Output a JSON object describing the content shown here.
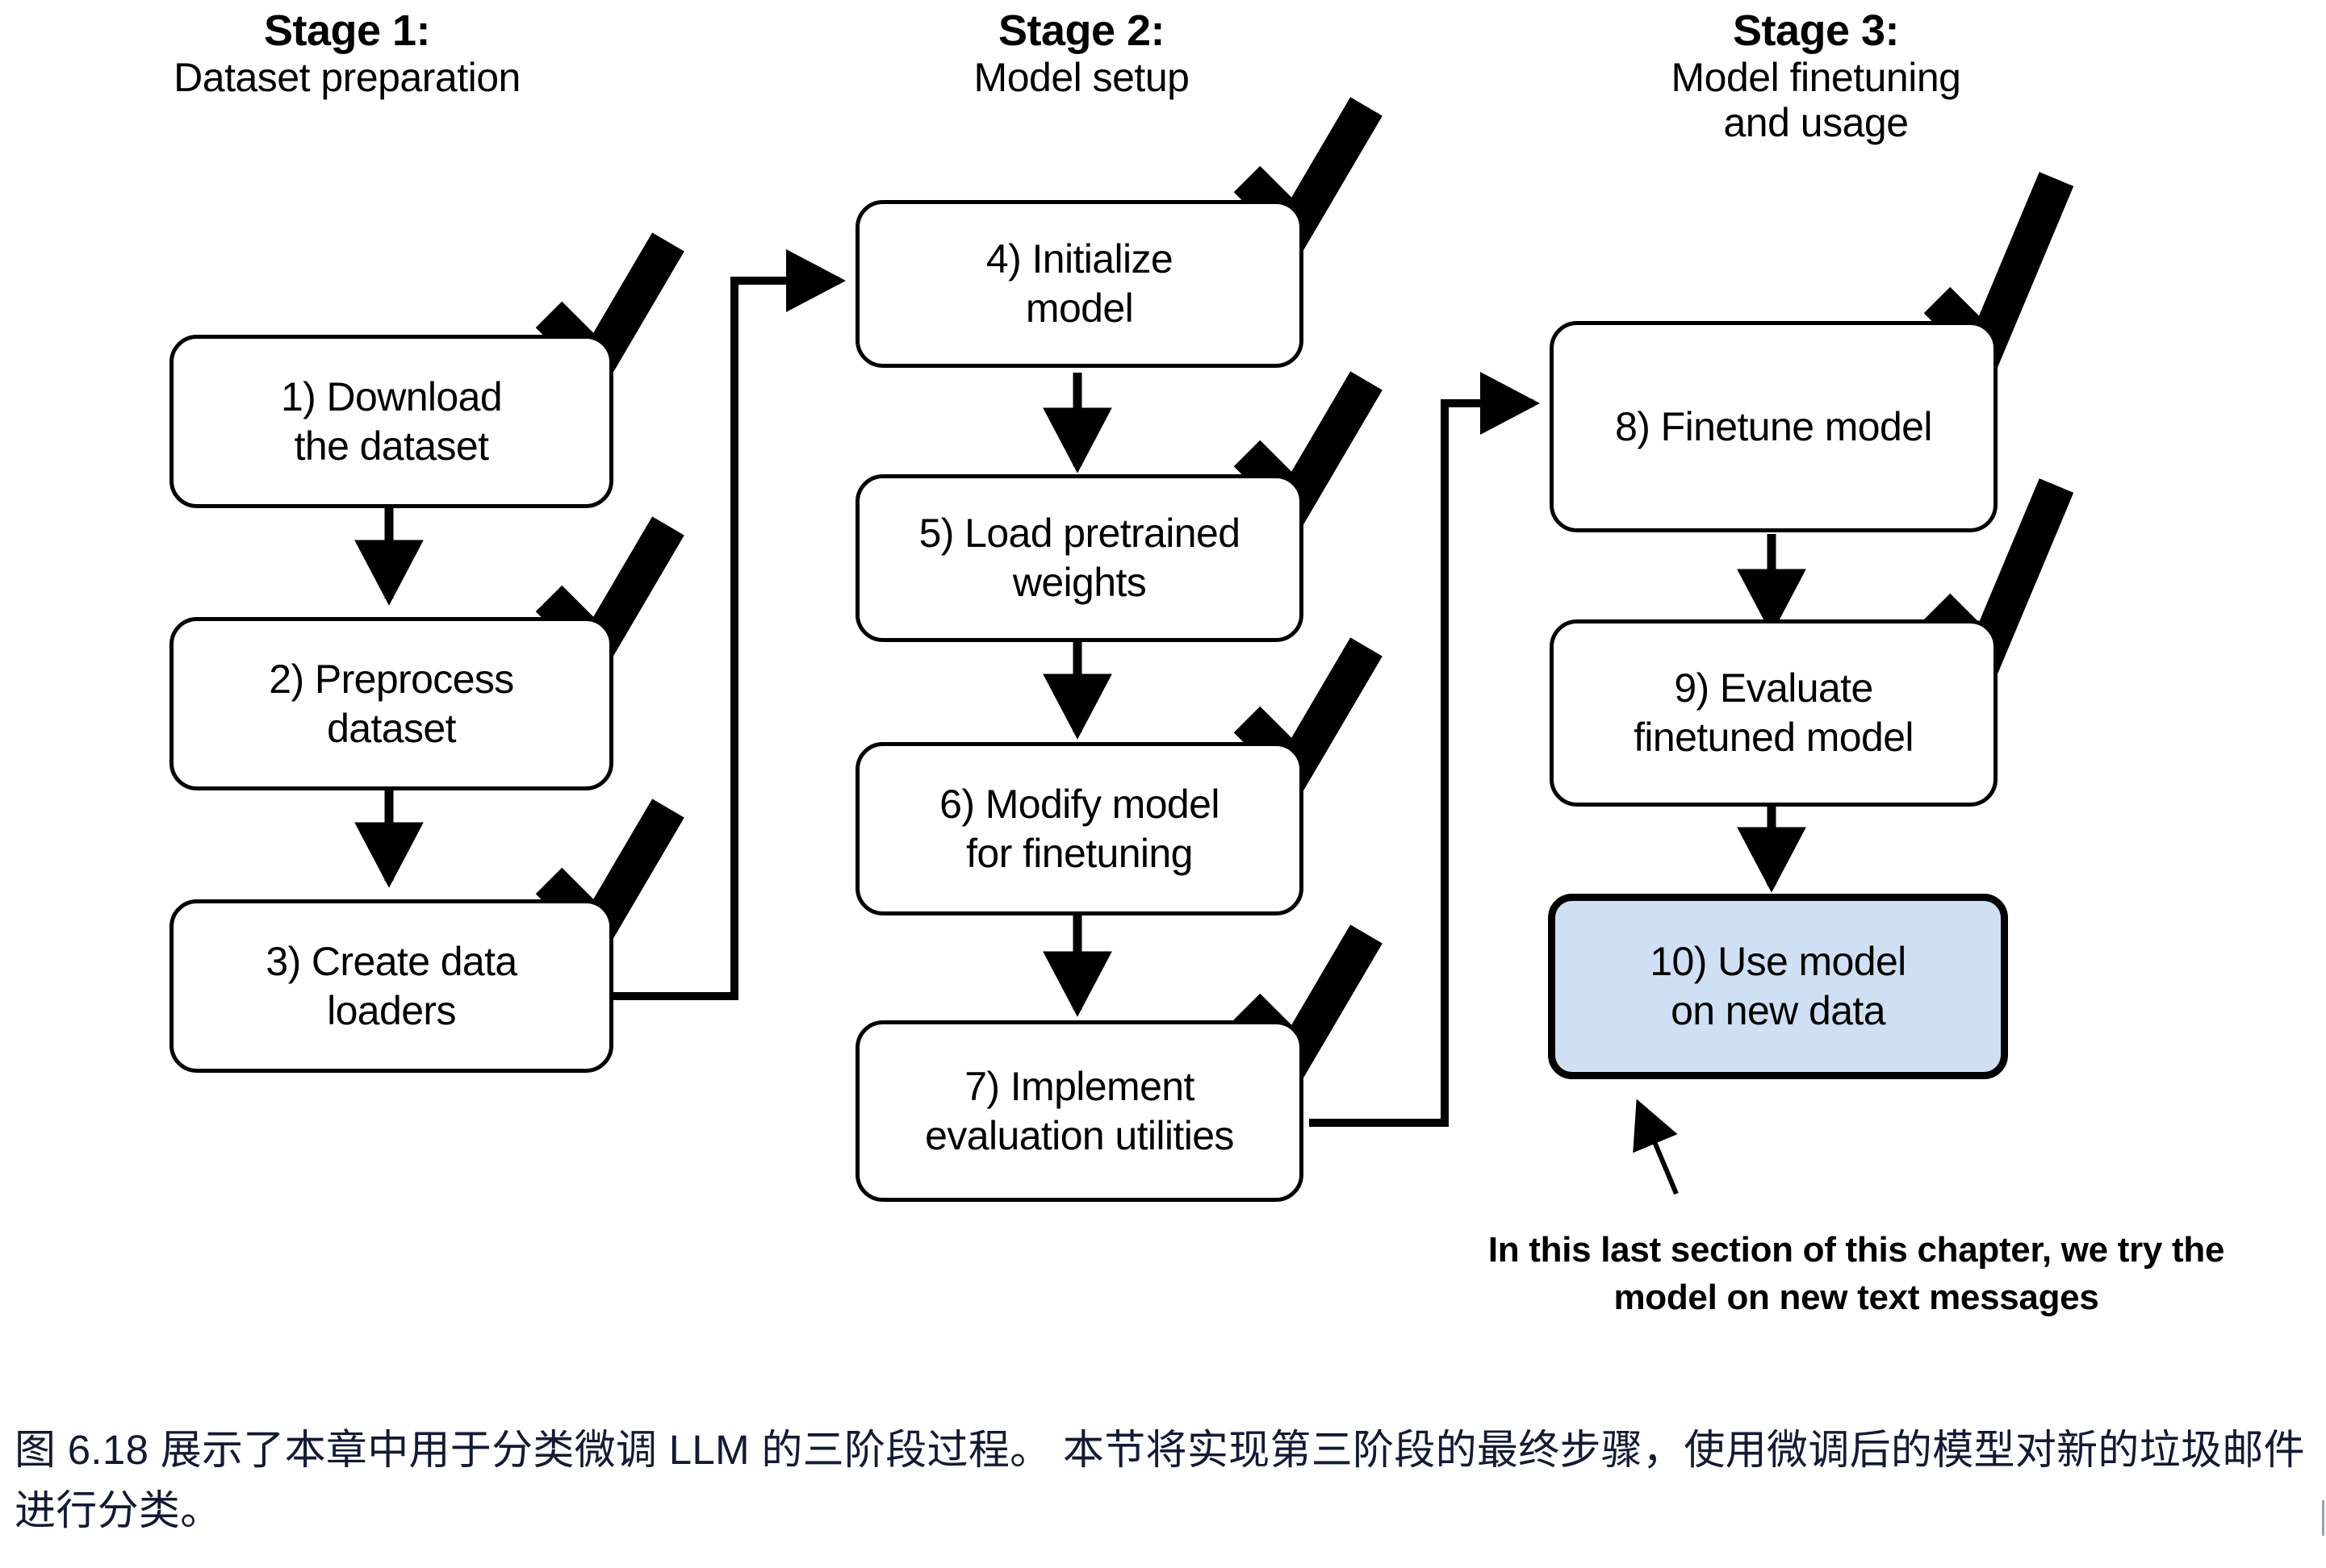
{
  "figure": {
    "stages": [
      {
        "title": "Stage 1:",
        "subtitle": "Dataset preparation"
      },
      {
        "title": "Stage 2:",
        "subtitle": "Model setup"
      },
      {
        "title": "Stage 3:",
        "subtitle": "Model finetuning\nand usage"
      }
    ],
    "nodes": [
      {
        "id": 1,
        "line1": "1) Download",
        "line2": "the dataset",
        "checked": true,
        "highlighted": false
      },
      {
        "id": 2,
        "line1": "2) Preprocess",
        "line2": "dataset",
        "checked": true,
        "highlighted": false
      },
      {
        "id": 3,
        "line1": "3) Create data",
        "line2": "loaders",
        "checked": true,
        "highlighted": false
      },
      {
        "id": 4,
        "line1": "4) Initialize",
        "line2": "model",
        "checked": true,
        "highlighted": false
      },
      {
        "id": 5,
        "line1": "5) Load pretrained",
        "line2": "weights",
        "checked": true,
        "highlighted": false
      },
      {
        "id": 6,
        "line1": "6) Modify model",
        "line2": "for finetuning",
        "checked": true,
        "highlighted": false
      },
      {
        "id": 7,
        "line1": "7) Implement",
        "line2": "evaluation utilities",
        "checked": true,
        "highlighted": false
      },
      {
        "id": 8,
        "line1": "8) Finetune model",
        "line2": "",
        "checked": true,
        "highlighted": false
      },
      {
        "id": 9,
        "line1": "9) Evaluate",
        "line2": "finetuned model",
        "checked": true,
        "highlighted": false
      },
      {
        "id": 10,
        "line1": "10) Use model",
        "line2": "on new data",
        "checked": false,
        "highlighted": true
      }
    ],
    "annotation": "In this last section of this chapter, we try the model on new text messages",
    "annotation_line1": "In this last section of this chapter, we try the",
    "annotation_line2": "model on new text messages",
    "colors": {
      "stroke": "#000000",
      "highlight_fill": "#cfe0f4",
      "background": "#ffffff",
      "caption_text": "#141a33"
    }
  },
  "caption": {
    "text": "图 6.18 展示了本章中用于分类微调 LLM 的三阶段过程。 本节将实现第三阶段的最终步骤，使用微调后的模型对新的垃圾邮件进行分类。"
  }
}
